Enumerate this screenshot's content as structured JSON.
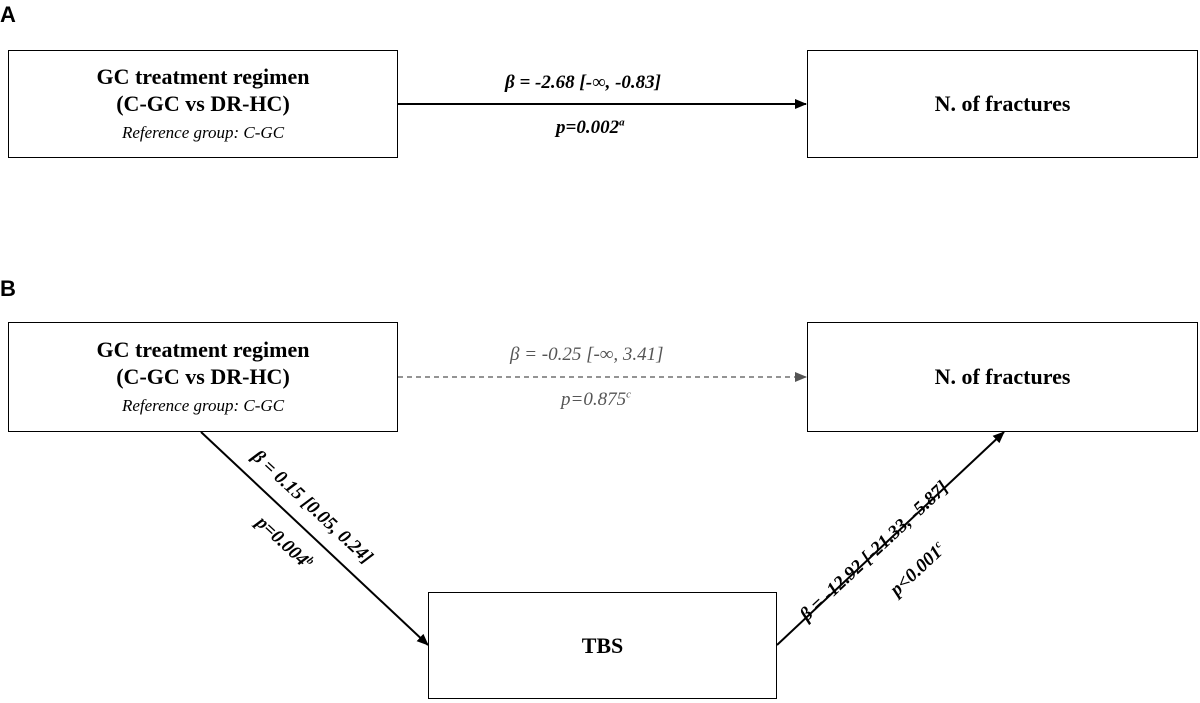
{
  "panel_a": {
    "letter": "A",
    "source_box": {
      "title_line1": "GC treatment regimen",
      "title_line2": "(C-GC vs DR-HC)",
      "reference": "Reference group: C-GC"
    },
    "target_box": {
      "title": "N. of fractures"
    },
    "edge_direct": {
      "beta": "β = -2.68 [-∞, -0.83]",
      "p_value": "p=0.002",
      "p_superscript": "a"
    }
  },
  "panel_b": {
    "letter": "B",
    "source_box": {
      "title_line1": "GC treatment regimen",
      "title_line2": "(C-GC vs DR-HC)",
      "reference": "Reference group: C-GC"
    },
    "target_box": {
      "title": "N. of fractures"
    },
    "mediator_box": {
      "title": "TBS"
    },
    "edge_direct": {
      "beta": "β = -0.25 [-∞, 3.41]",
      "p_value": "p=0.875",
      "p_superscript": "c"
    },
    "edge_to_mediator": {
      "beta": "β = 0.15 [0.05, 0.24]",
      "p_value": "p=0.004",
      "p_superscript": "b"
    },
    "edge_from_mediator": {
      "beta": "β = -12.92 [-21.33, -5.87]",
      "p_value": "p<0.001",
      "p_superscript": "c"
    }
  },
  "colors": {
    "line": "#000000",
    "dashed_line": "#555555"
  }
}
